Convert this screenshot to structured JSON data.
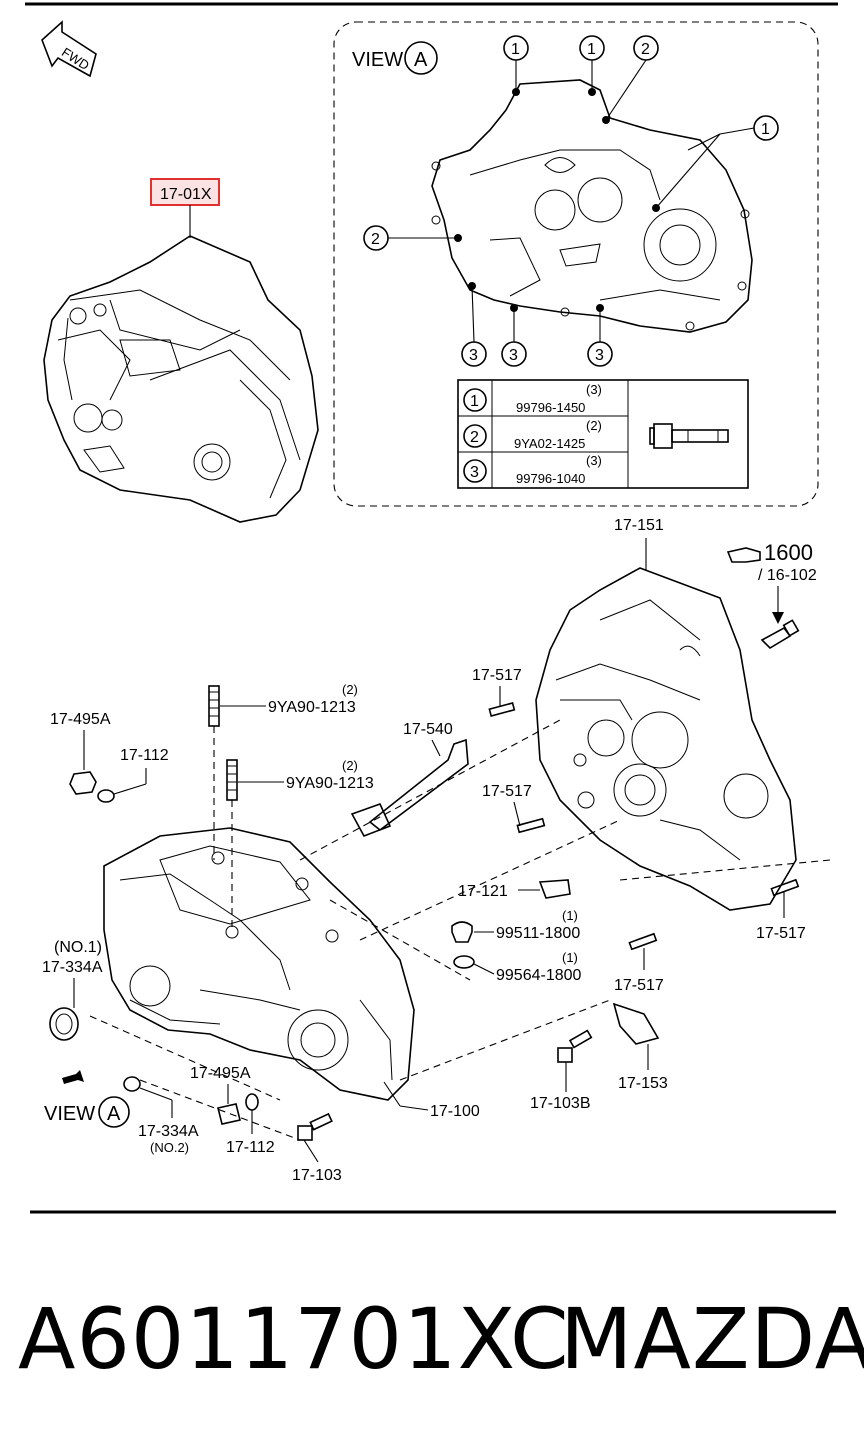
{
  "fwd_label": "FWD",
  "highlight_label": "17-01X",
  "view_a": {
    "title": "VIEW",
    "letter": "A",
    "callouts": [
      "1",
      "1",
      "2",
      "1",
      "2",
      "3",
      "3",
      "3"
    ]
  },
  "bolt_table": [
    {
      "no": "1",
      "qty": "(3)",
      "part": "99796-1450"
    },
    {
      "no": "2",
      "qty": "(2)",
      "part": "9YA02-1425"
    },
    {
      "no": "3",
      "qty": "(3)",
      "part": "99796-1040"
    }
  ],
  "parts": {
    "p17_151": "17-151",
    "p1600": "1600",
    "p16_102": "/ 16-102",
    "p17_517_a": "17-517",
    "p17_517_b": "17-517",
    "p17_517_c": "17-517",
    "p17_517_d": "17-517",
    "p17_540": "17-540",
    "p17_495a_top": "17-495A",
    "p17_112_top": "17-112",
    "p9ya90_a_qty": "(2)",
    "p9ya90_a": "9YA90-1213",
    "p9ya90_b_qty": "(2)",
    "p9ya90_b": "9YA90-1213",
    "p17_121": "17-121",
    "p99511_qty": "(1)",
    "p99511": "99511-1800",
    "p99564_qty": "(1)",
    "p99564": "99564-1800",
    "p17_334a_no1": "(NO.1)",
    "p17_334a_top": "17-334A",
    "p17_495a_bot": "17-495A",
    "p17_334a_bot": "17-334A",
    "p17_334a_no2": "(NO.2)",
    "p17_112_bot": "17-112",
    "p17_103": "17-103",
    "p17_100": "17-100",
    "p17_103b": "17-103B",
    "p17_153": "17-153",
    "view_bottom": "VIEW",
    "view_bottom_letter": "A"
  },
  "footer": {
    "part_number": "A6011701XC",
    "brand": "MAZDA"
  },
  "colors": {
    "line": "#000000",
    "highlight": "#e0302f",
    "highlight_fill": "#fbe3e3",
    "background": "#ffffff"
  }
}
